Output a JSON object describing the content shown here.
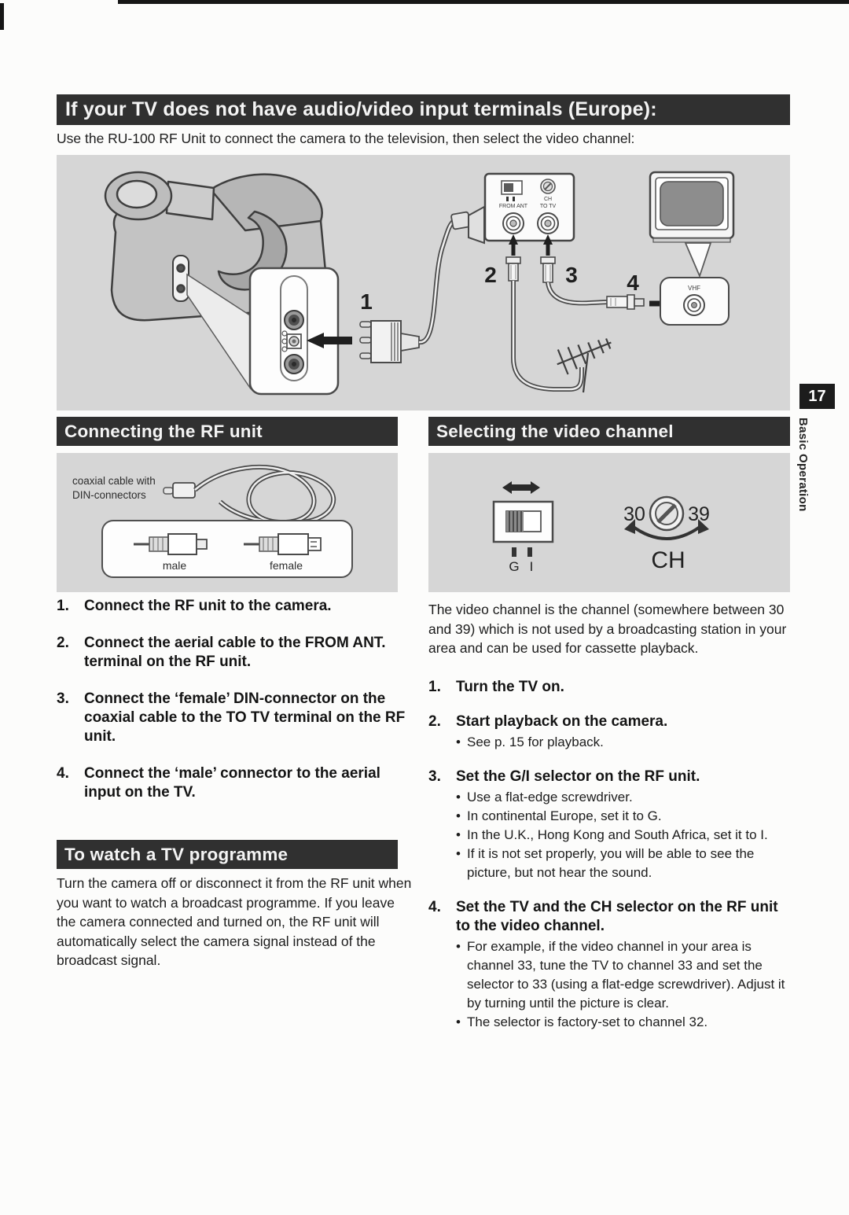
{
  "page": {
    "number": "17",
    "section_label": "Basic Operation"
  },
  "header": {
    "title": "If your TV does not have audio/video input terminals (Europe):",
    "intro": "Use the RU-100 RF Unit to connect the camera to the television, then select the video channel:"
  },
  "diagram": {
    "markers": {
      "m1": "1",
      "m2": "2",
      "m3": "3",
      "m4": "4"
    },
    "rf_unit": {
      "from_ant": "FROM ANT",
      "to_tv": "TO TV",
      "ch": "CH"
    },
    "tv": {
      "vhf": "VHF"
    }
  },
  "connecting": {
    "heading": "Connecting the RF unit",
    "cable_label_line1": "coaxial cable with",
    "cable_label_line2": "DIN-connectors",
    "male": "male",
    "female": "female",
    "steps": [
      {
        "num": "1.",
        "text": "Connect the RF unit to the camera."
      },
      {
        "num": "2.",
        "text": "Connect the aerial cable to the FROM ANT. terminal on the RF unit."
      },
      {
        "num": "3.",
        "text": "Connect the ‘female’ DIN-connector on the coaxial cable to the TO TV terminal on the RF unit."
      },
      {
        "num": "4.",
        "text": "Connect the ‘male’ connector to the aerial input on the TV."
      }
    ]
  },
  "watch": {
    "heading": "To watch a TV programme",
    "body": "Turn the camera off or disconnect it from the RF unit when you want to watch a broadcast programme. If you leave the camera connected and turned on, the RF unit will automatically select the camera signal instead of the broadcast signal."
  },
  "selecting": {
    "heading": "Selecting the video channel",
    "switch": {
      "g": "G",
      "i": "I"
    },
    "dial": {
      "low": "30",
      "high": "39",
      "ch": "CH"
    },
    "intro": "The video channel is the channel (somewhere between 30 and 39) which is not used by a broadcasting station in your area and can be used for cassette playback.",
    "steps": [
      {
        "num": "1.",
        "title": "Turn the TV on.",
        "bullets": []
      },
      {
        "num": "2.",
        "title": "Start playback on the camera.",
        "bullets": [
          "See p. 15 for playback."
        ]
      },
      {
        "num": "3.",
        "title": "Set the G/I selector on the RF unit.",
        "bullets": [
          "Use a flat-edge screwdriver.",
          "In continental Europe, set it to G.",
          "In the U.K., Hong Kong and South Africa, set it to I.",
          "If it is not set properly, you will be able to see the picture, but not hear the sound."
        ]
      },
      {
        "num": "4.",
        "title": "Set the TV and the CH selector on the RF unit to the video channel.",
        "bullets": [
          "For example, if the video channel in your area is channel 33, tune the TV to channel 33 and set the selector to 33 (using a flat-edge screwdriver). Adjust it by turning until the picture is clear.",
          "The selector is factory-set to channel 32."
        ]
      }
    ]
  },
  "colors": {
    "header_bar": "#303030",
    "panel_bg": "#d6d6d6",
    "page_bg": "#fcfcfb",
    "text": "#1b1b1b"
  }
}
